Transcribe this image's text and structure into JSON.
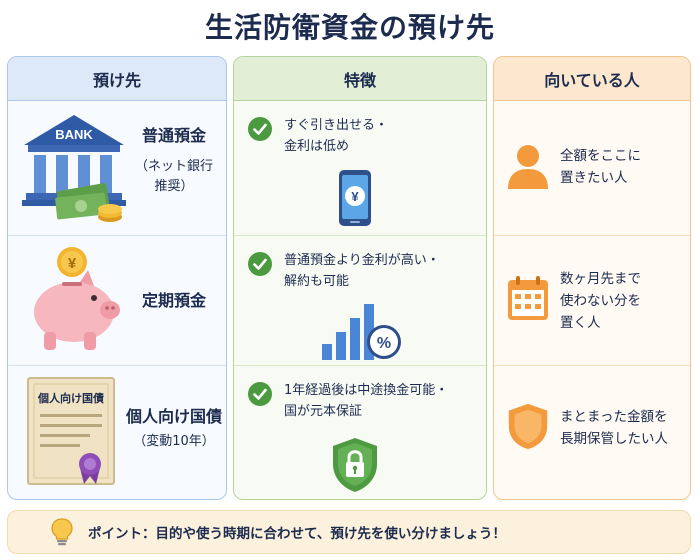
{
  "title": "生活防衛資金の預け先",
  "columns": {
    "destination": "預け先",
    "features": "特徴",
    "suited_for": "向いている人"
  },
  "rows": [
    {
      "name": "普通預金",
      "sub_line1": "（ネット銀行",
      "sub_line2": "推奨）",
      "bank_sign": "BANK",
      "feature_line1": "すぐ引き出せる・",
      "feature_line2": "金利は低め",
      "yen_symbol": "¥",
      "who_line1": "全額をここに",
      "who_line2": "置きたい人",
      "illustration": "bank-with-cash-and-coins",
      "feature_icon": "smartphone-yen-icon",
      "who_icon": "person-icon"
    },
    {
      "name": "定期預金",
      "feature_line1": "普通預金より金利が高い・",
      "feature_line2": "解約も可能",
      "yen_symbol": "¥",
      "percent_symbol": "%",
      "who_line1": "数ヶ月先まで",
      "who_line2": "使わない分を",
      "who_line3": "置く人",
      "illustration": "piggy-bank-with-yen-coin",
      "feature_icon": "bar-chart-percent-icon",
      "who_icon": "calendar-icon"
    },
    {
      "name": "個人向け国債",
      "sub_line1": "（変動10年）",
      "certificate_title": "個人向け国債",
      "feature_line1": "1年経過後は中途換金可能・",
      "feature_line2": "国が元本保証",
      "who_line1": "まとまった金額を",
      "who_line2": "長期保管したい人",
      "illustration": "bond-certificate-with-ribbon",
      "feature_icon": "shield-lock-icon",
      "who_icon": "shield-icon"
    }
  ],
  "tip": {
    "icon": "lightbulb-icon",
    "text": "ポイント：目的や使う時期に合わせて、預け先を使い分けましょう！"
  },
  "colors": {
    "blue_header": "#dde9f8",
    "green_header": "#e2efd6",
    "orange_header": "#fde8cf",
    "check_green": "#4c9a3f",
    "accent_orange": "#f39a3c",
    "navy": "#1d2b4f"
  }
}
